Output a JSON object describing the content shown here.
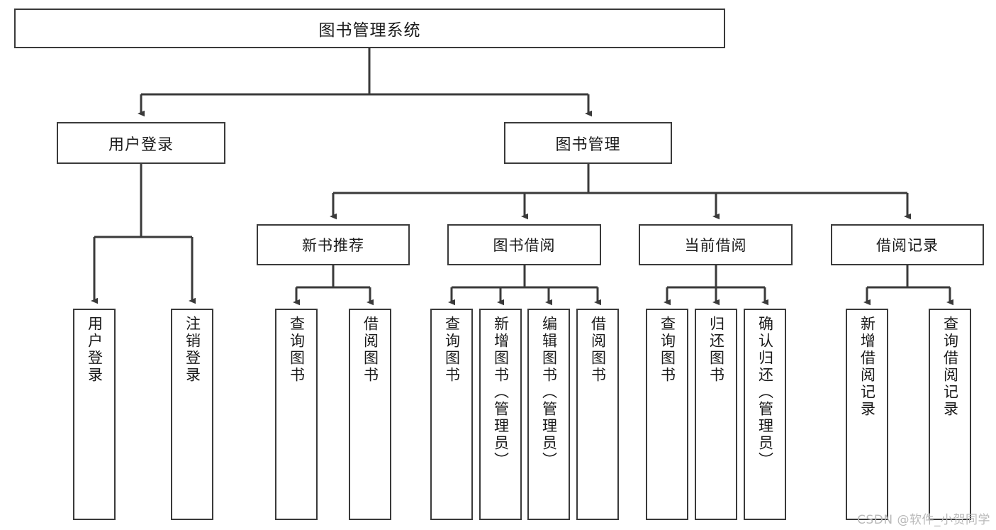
{
  "diagram": {
    "title": "图书管理系统",
    "watermark": "CSDN @软件_小贺同学",
    "line_color": "#3a3a3a",
    "box_fill": "#ffffff",
    "text_color": "#1a1a1a",
    "watermark_color": "#b9b9b9"
  },
  "root": {
    "label": "图书管理系统"
  },
  "level1": [
    {
      "label": "用户登录"
    },
    {
      "label": "图书管理"
    }
  ],
  "level2": [
    {
      "label": "新书推荐"
    },
    {
      "label": "图书借阅"
    },
    {
      "label": "当前借阅"
    },
    {
      "label": "借阅记录"
    }
  ],
  "leaves": {
    "user_login": [
      {
        "label": "用户登录"
      },
      {
        "label": "注销登录"
      }
    ],
    "new_book_recommend": [
      {
        "label": "查询图书"
      },
      {
        "label": "借阅图书"
      }
    ],
    "book_borrow": [
      {
        "label": "查询图书"
      },
      {
        "label": "新增图书（管理员）"
      },
      {
        "label": "编辑图书（管理员）"
      },
      {
        "label": "借阅图书"
      }
    ],
    "current_borrow": [
      {
        "label": "查询图书"
      },
      {
        "label": "归还图书"
      },
      {
        "label": "确认归还（管理员）"
      }
    ],
    "borrow_record": [
      {
        "label": "新增借阅记录"
      },
      {
        "label": "查询借阅记录"
      }
    ]
  }
}
